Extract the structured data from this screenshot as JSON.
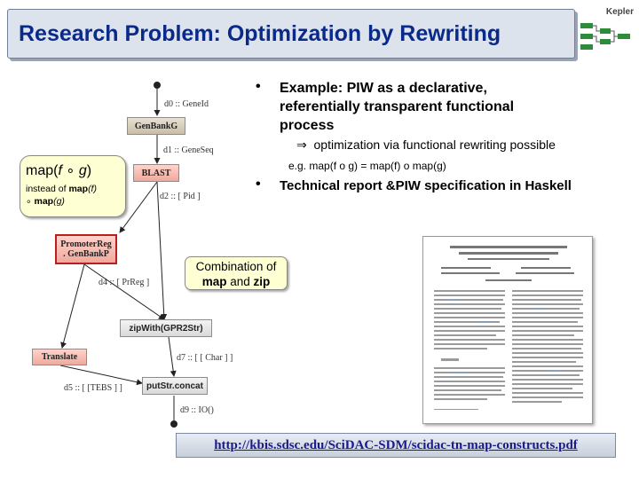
{
  "slide": {
    "title": "Research Problem: Optimization by Rewriting",
    "logo_label": "Kepler"
  },
  "workflow": {
    "nodes": {
      "genbankg": "GenBankG",
      "blast": "BLAST",
      "promoter_line1": "PromoterReg",
      "promoter_line2": ". GenBankP",
      "zipwith": "zipWith(GPR2Str)",
      "translate": "Translate",
      "putstr": "putStr.concat"
    },
    "edges": {
      "d0": "d0 :: GeneId",
      "d1": "d1 :: GeneSeq",
      "d2": "d2 :: [ Pid ]",
      "d4": "d4 :: [ PrReg ]",
      "d7": "d7 :: [ [ Char ] ]",
      "d5": "d5 :: [ [TEBS ] ]",
      "d9": "d9 :: IO()"
    }
  },
  "callout_map": {
    "map_word": "map(",
    "f_letter": "f",
    "compose_symbol": "∘",
    "g_letter": "g",
    "close_paren": ")",
    "instead_of": "instead of",
    "map_f": "map",
    "f_arg": "(f)",
    "compose2": "∘",
    "map_g": "map",
    "g_arg": "(g)"
  },
  "bullets": {
    "b1_text": "Example: PIW as a declarative, referentially transparent functional process",
    "implies_symbol": "⇒",
    "b1_sub": "optimization via functional rewriting possible",
    "eg_text": "e.g. map(f o g) = map(f) o map(g)",
    "b2_text": "Technical report &PIW specification in Haskell"
  },
  "callout_combination": {
    "line1": "Combination of",
    "map_word": "map",
    "and_word": "and",
    "zip_word": "zip"
  },
  "paper_thumbnail": {
    "icon": "document-thumbnail-icon"
  },
  "link": {
    "url": "http://kbis.sdsc.edu/SciDAC-SDM/scidac-tn-map-constructs.pdf"
  }
}
